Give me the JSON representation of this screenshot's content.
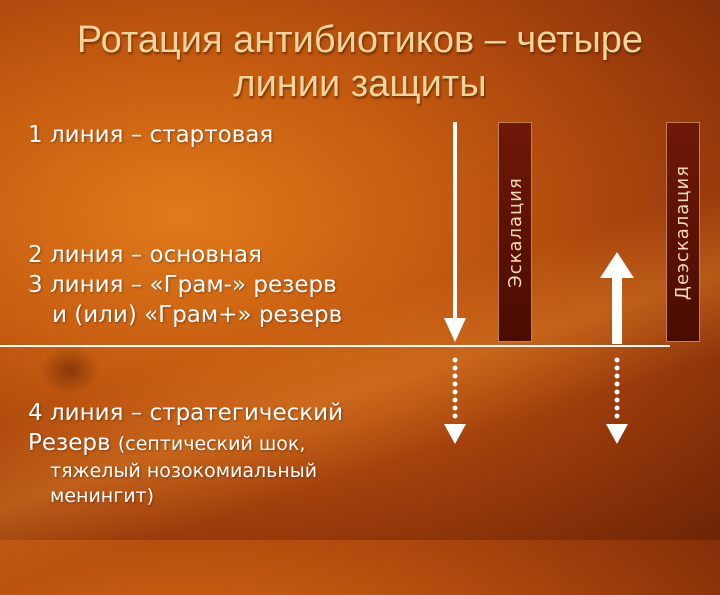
{
  "title": {
    "line1": "Ротация антибиотиков – четыре",
    "line2": "линии защиты"
  },
  "lines": {
    "first": "1 линия – стартовая",
    "second": "2 линия – основная",
    "third_a": "3 линия – «Грам-» резерв",
    "third_b": "и (или) «Грам+» резерв",
    "fourth_a": "4 линия – стратегический",
    "fourth_b_main": "Резерв",
    "fourth_b_note": "(септический шок,",
    "fourth_c": "тяжелый нозокомиальный",
    "fourth_d": "менингит)"
  },
  "bands": {
    "escalation": "Эскалация",
    "deescalation": "Деэскалация"
  },
  "colors": {
    "text": "#ffffff",
    "title": "#f3d49a",
    "arrow": "#ffffff"
  }
}
